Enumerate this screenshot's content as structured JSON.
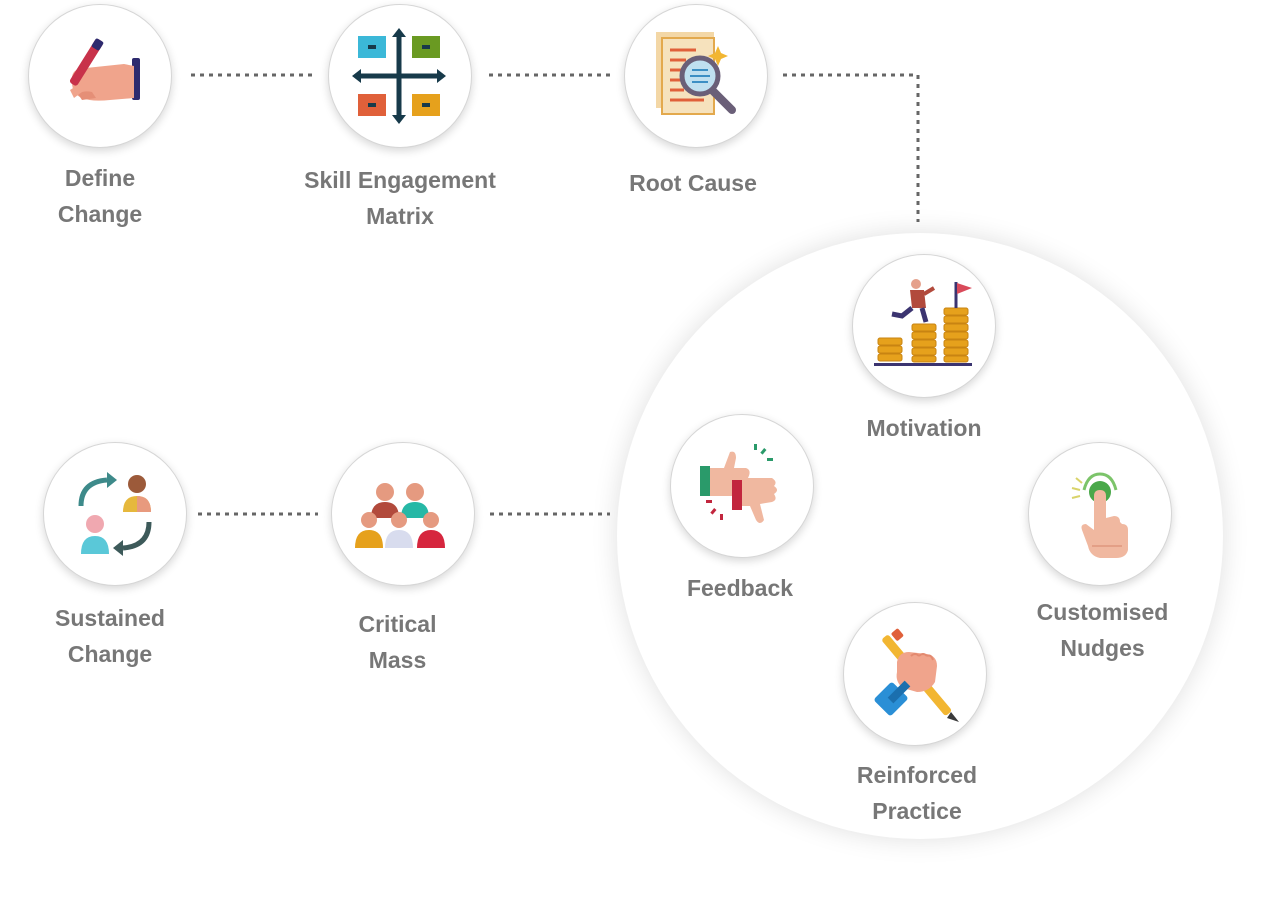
{
  "diagram": {
    "steps": {
      "define_change": [
        "Define",
        "Change"
      ],
      "skill_engagement_matrix": [
        "Skill Engagement",
        "Matrix"
      ],
      "root_cause": [
        "Root Cause"
      ],
      "motivation": [
        "Motivation"
      ],
      "feedback": [
        "Feedback"
      ],
      "customised_nudges": [
        "Customised",
        "Nudges"
      ],
      "reinforced_practice": [
        "Reinforced",
        "Practice"
      ],
      "critical_mass": [
        "Critical",
        "Mass"
      ],
      "sustained_change": [
        "Sustained",
        "Change"
      ]
    },
    "colors": {
      "label_text": "#777777",
      "connector": "#666666",
      "circle_border": "#d6d6d6"
    }
  }
}
